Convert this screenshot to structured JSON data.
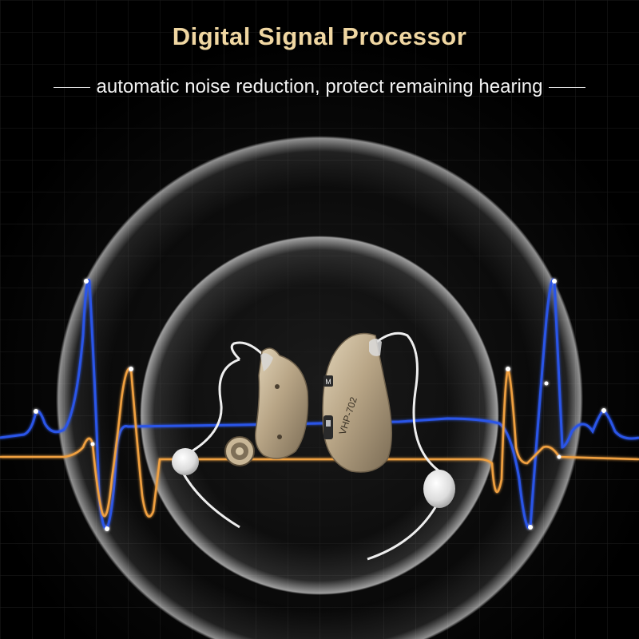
{
  "header": {
    "title": "Digital Signal Processor",
    "subtitle": "automatic noise reduction, protect remaining hearing"
  },
  "product": {
    "model": "VHP-702",
    "button_letter": "M",
    "shell_color": "#b9a789",
    "tube_color": "#f1f1f1"
  },
  "colors": {
    "title": "#f0d7a2",
    "wave_blue": "#2a55e8",
    "wave_orange": "#f0a040",
    "background": "#050505"
  }
}
